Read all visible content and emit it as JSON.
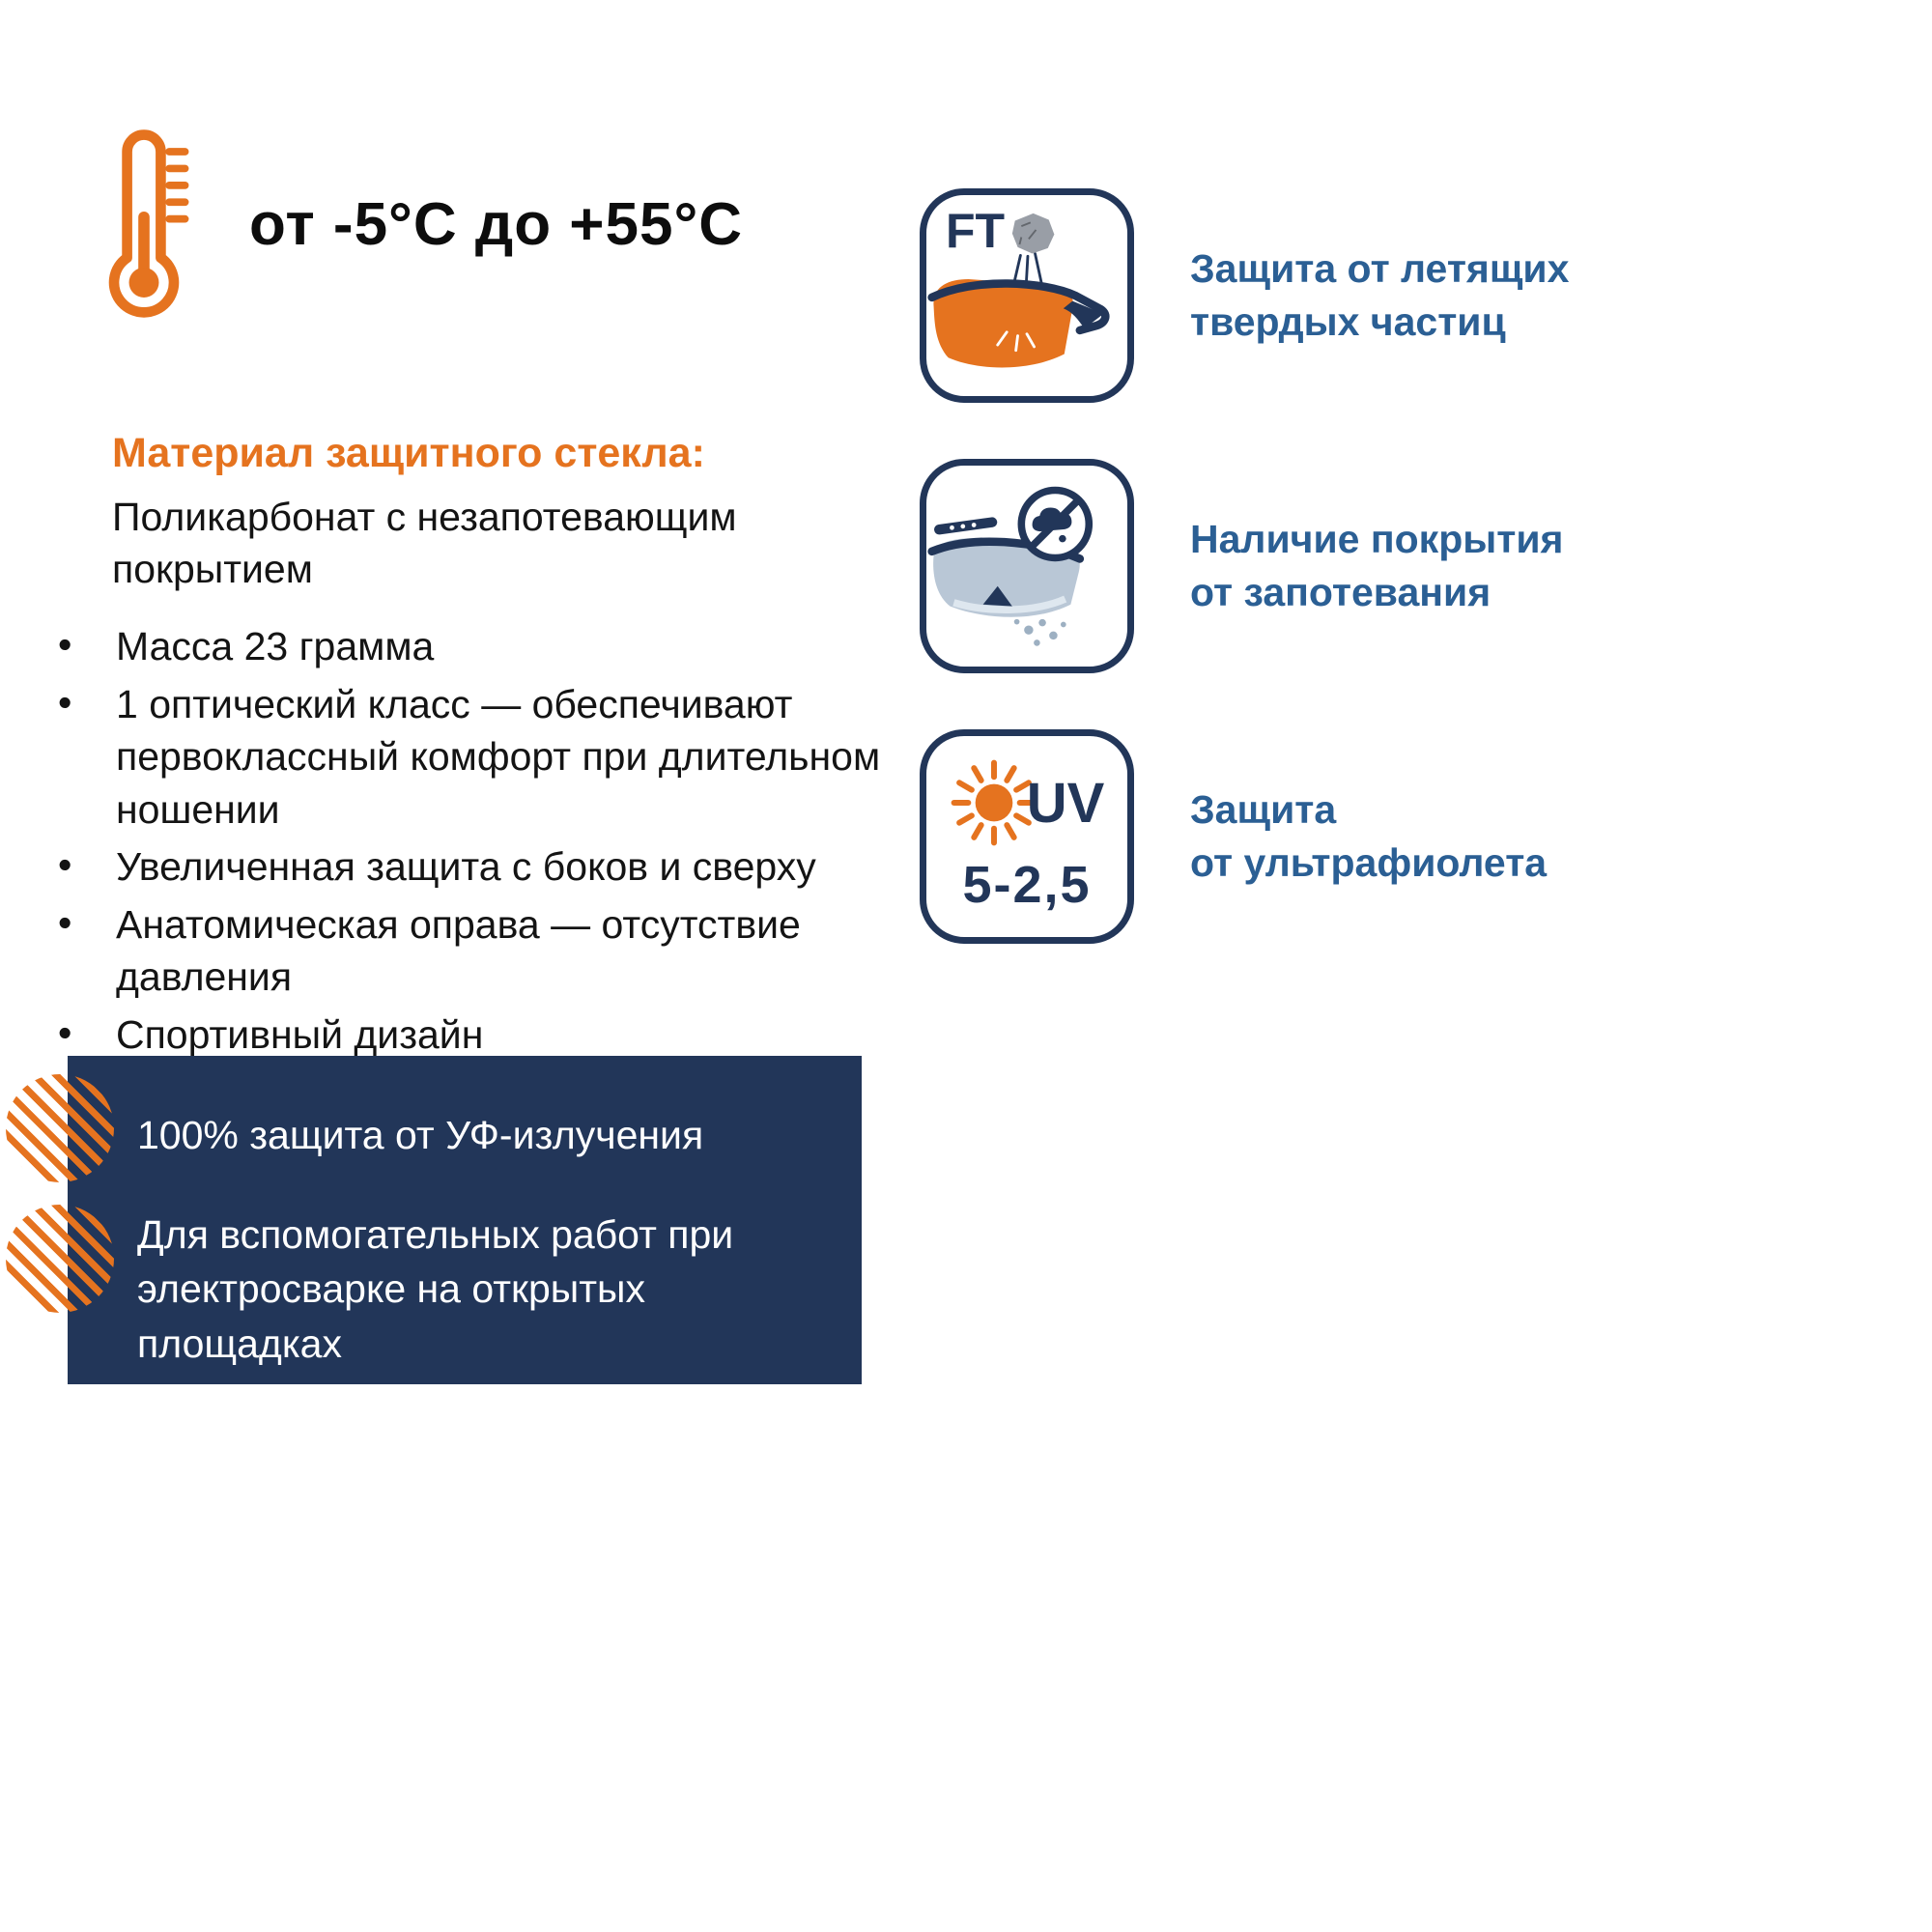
{
  "colors": {
    "orange": "#E5731F",
    "navy": "#223659",
    "label_blue": "#2B5F94",
    "text_dark": "#141414"
  },
  "temperature": {
    "text": "от -5°С до +55°С"
  },
  "material": {
    "heading": "Материал защитного стекла:",
    "body": "Поликарбонат с незапотевающим\nпокрытием"
  },
  "features": [
    "Масса 23 грамма",
    "1 оптический класс — обеспечивают\nпервоклассный комфорт при длительном\nношении",
    "Увеличенная защита с боков и сверху",
    "Анатомическая оправа — отсутствие\nдавления",
    "Спортивный дизайн"
  ],
  "highlight_box": {
    "line1": "100% защита от УФ-излучения",
    "line2": "Для вспомогательных работ при\nэлектросварке на открытых\nплощадках"
  },
  "badges": [
    {
      "code": "FT",
      "label": "Защита от летящих\nтвердых частиц"
    },
    {
      "label": "Наличие покрытия\nот запотевания"
    },
    {
      "code": "UV",
      "value": "5-2,5",
      "label": "Защита\nот ультрафиолета"
    }
  ]
}
